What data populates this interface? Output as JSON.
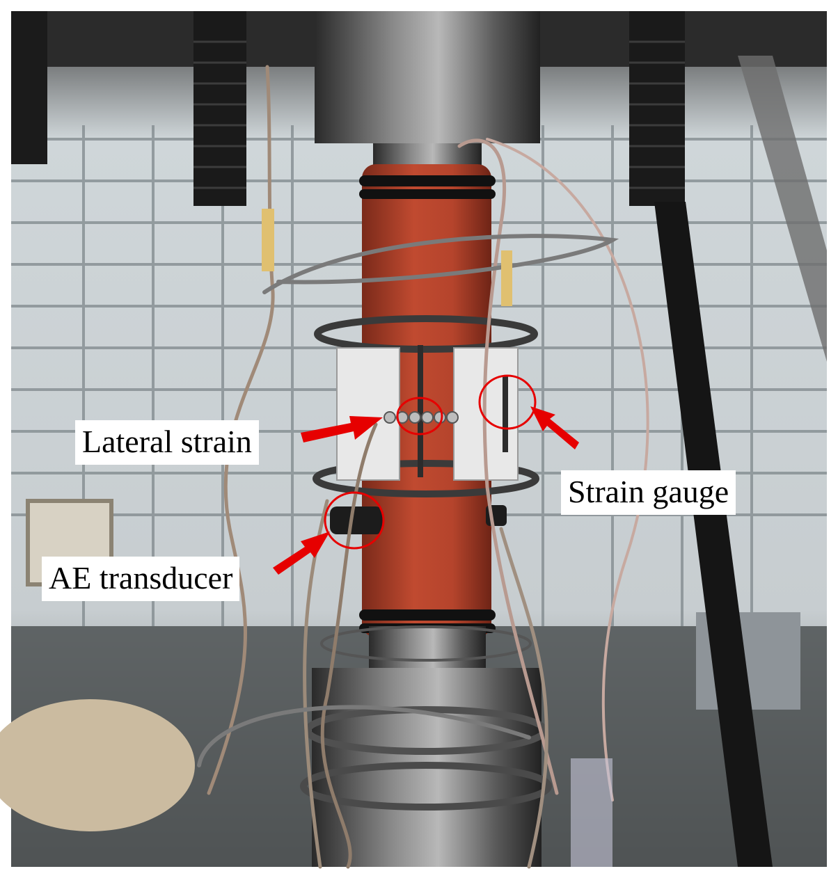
{
  "figure": {
    "annotations": {
      "lateral_strain": "Lateral strain",
      "strain_gauge": "Strain gauge",
      "ae_transducer": "AE transducer"
    },
    "colors": {
      "specimen_sleeve": "#b5442c",
      "annotation_marks": "#e60000",
      "steel": "#6b6b6b",
      "background_window": "#d7dde0",
      "label_box": "#ffffff"
    }
  }
}
